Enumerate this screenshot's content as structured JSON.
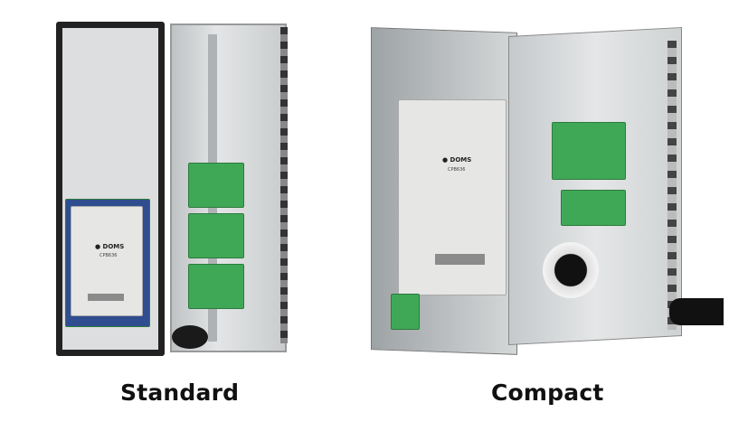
{
  "products": [
    {
      "label": "Standard",
      "logo_text": "DOMS",
      "model_text": "CPB636"
    },
    {
      "label": "Compact",
      "logo_text": "DOMS",
      "model_text": "CPB636"
    }
  ],
  "colors": {
    "enclosure": "#d9dbdc",
    "door_frame": "#2a2a2a",
    "pcb_green": "#3fa856",
    "caption": "#111111"
  }
}
